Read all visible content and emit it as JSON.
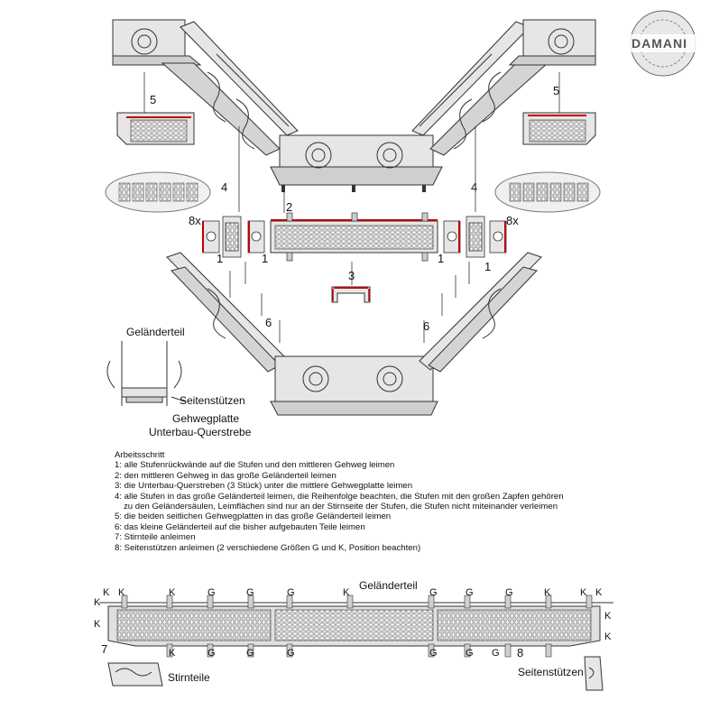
{
  "logo": {
    "text": "DAMANI"
  },
  "callouts": {
    "n1": "1",
    "n2": "2",
    "n3": "3",
    "n4": "4",
    "n5": "5",
    "n6": "6",
    "n7": "7",
    "n8": "8",
    "x8": "8x"
  },
  "detail_labels": {
    "gelaenderteil": "Geländerteil",
    "seitenstuetzen": "Seitenstützen",
    "gehwegplatte": "Gehwegplatte",
    "querstrebe": "Unterbau-Querstrebe"
  },
  "instructions": {
    "heading": "Arbeitsschritt",
    "steps": [
      "1: alle Stufenrückwände auf die Stufen und den mittleren Gehweg leimen",
      "2: den mittleren Gehweg in das große Geländerteil leimen",
      "3: die Unterbau-Querstreben (3 Stück) unter die mittlere Gehwegplatte leimen",
      "4: alle Stufen in das große Geländerteil leimen, die Reihenfolge beachten, die Stufen mit den großen Zapfen gehören",
      "zu den Geländersäulen, Leimflächen sind nur an der Stirnseite der Stufen, die Stufen nicht miteinander verleimen",
      "5: die beiden seitlichen Gehwegplatten in das große Geländerteil leimen",
      "6: das kleine Geländerteil auf die bisher aufgebauten Teile leimen",
      "7: Stirnteile anleimen",
      "8: Seitenstützen anleimen (2 verschiedene Größen G und K, Position beachten)"
    ]
  },
  "bottom_view": {
    "gelaenderteil": "Geländerteil",
    "stirnteile": "Stirnteile",
    "seitenstuetzen": "Seitenstützen",
    "k": "K",
    "g": "G"
  }
}
